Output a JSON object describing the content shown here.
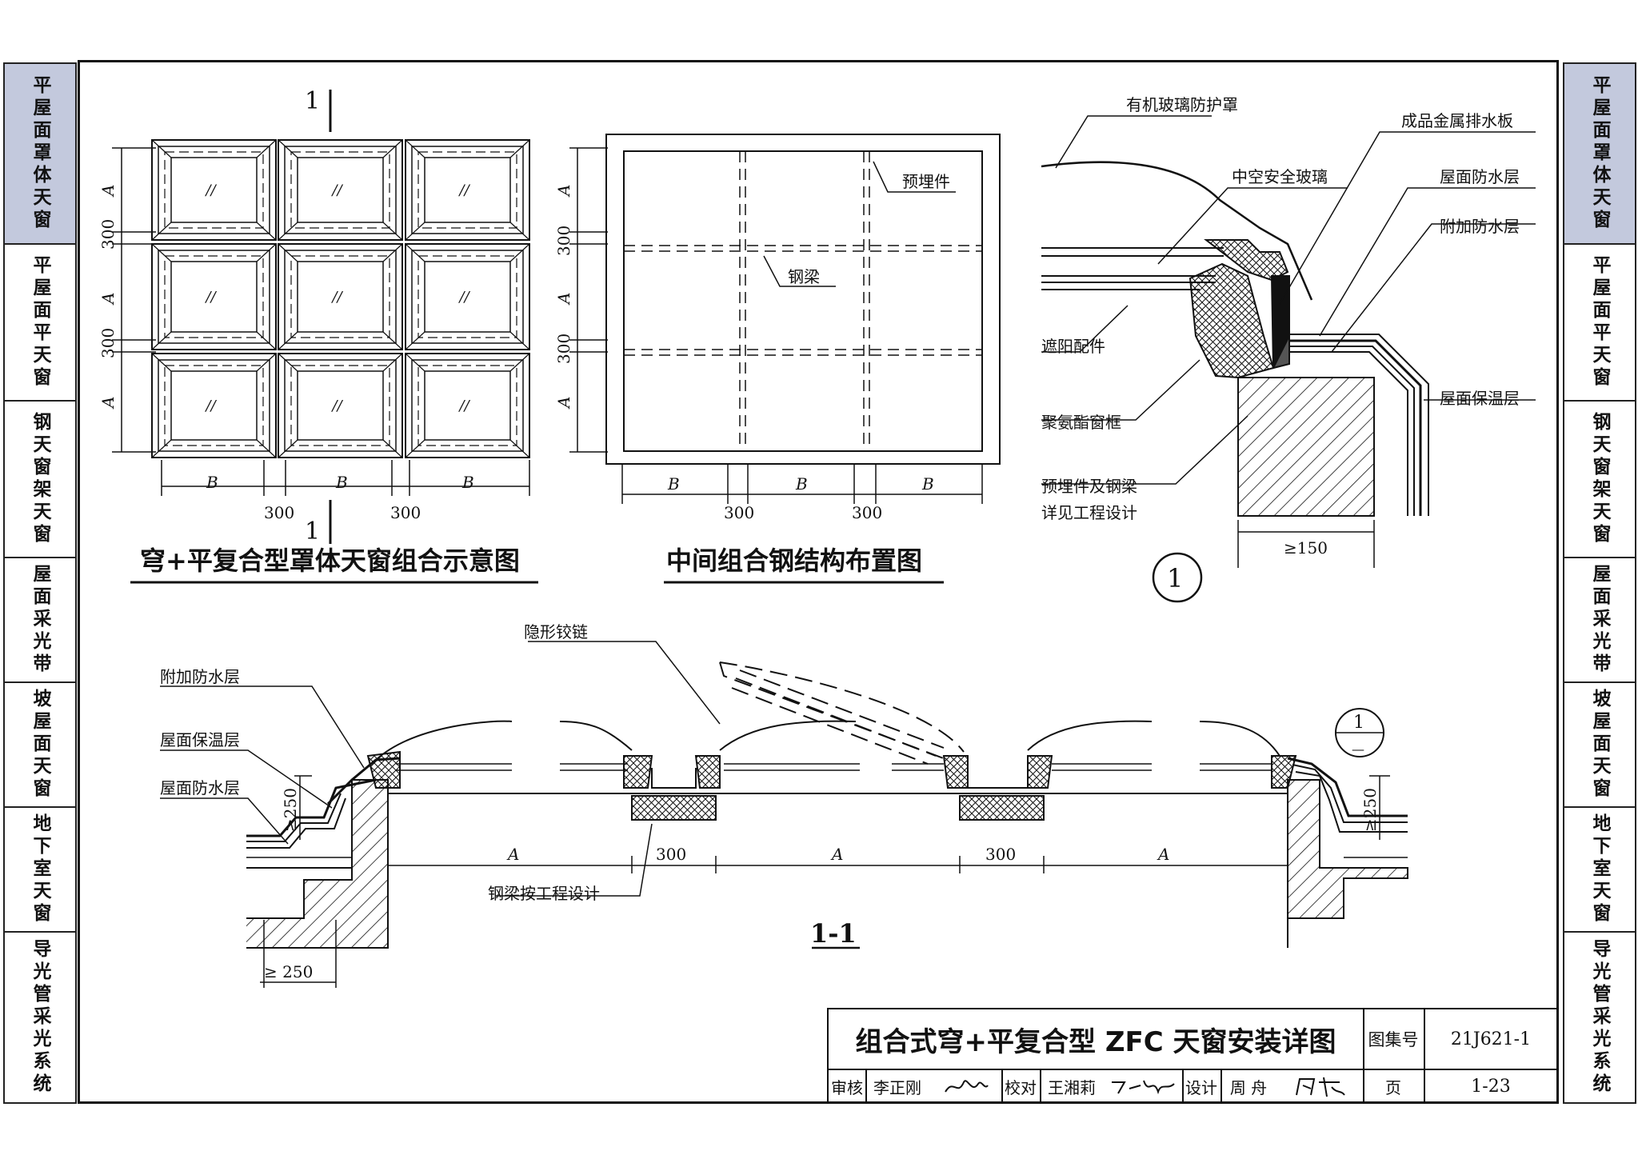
{
  "nav": {
    "tabs": [
      {
        "label": "平屋面罩体天窗",
        "active": true
      },
      {
        "label": "平屋面平天窗",
        "active": false
      },
      {
        "label": "钢天窗架天窗",
        "active": false
      },
      {
        "label": "屋面采光带",
        "active": false
      },
      {
        "label": "坡屋面天窗",
        "active": false
      },
      {
        "label": "地下室天窗",
        "active": false
      },
      {
        "label": "导光管采光系统",
        "active": false
      }
    ]
  },
  "drawing": {
    "section_marker": "1",
    "fig1_title": "穹+平复合型罩体天窗组合示意图",
    "fig2_title": "中间组合钢结构布置图",
    "dim_A": "A",
    "dim_B": "B",
    "dim_300": "300",
    "glass_mark": "//",
    "fig2_label_embed": "预埋件",
    "fig2_label_beam": "钢梁",
    "detail": {
      "number": "1",
      "label_acrylic": "有机玻璃防护罩",
      "label_glass": "中空安全玻璃",
      "label_metal": "成品金属排水板",
      "label_waterproof": "屋面防水层",
      "label_additional": "附加防水层",
      "label_shading": "遮阳配件",
      "label_frame": "聚氨酯窗框",
      "label_embed1": "预埋件及钢梁",
      "label_embed2": "详见工程设计",
      "label_insulation": "屋面保温层",
      "dim_150": "≥150"
    },
    "section": {
      "title": "1-1",
      "label_hinge": "隐形铰链",
      "label_additional": "附加防水层",
      "label_insulation": "屋面保温层",
      "label_waterproof": "屋面防水层",
      "label_beam": "钢梁按工程设计",
      "dim_250": "≥250",
      "dim_250b": "≥ 250",
      "index_top": "1",
      "index_bottom": "—"
    }
  },
  "title_block": {
    "title": "组合式穹+平复合型 ZFC 天窗安装详图",
    "atlas_label": "图集号",
    "atlas_no": "21J621-1",
    "review_label": "审核",
    "review_name": "李正刚",
    "check_label": "校对",
    "check_name": "王湘莉",
    "design_label": "设计",
    "design_name": "周 舟",
    "page_label": "页",
    "page_no": "1-23"
  },
  "colors": {
    "line": "#111111",
    "active_tab": "#c3c9dd",
    "background": "#ffffff"
  }
}
